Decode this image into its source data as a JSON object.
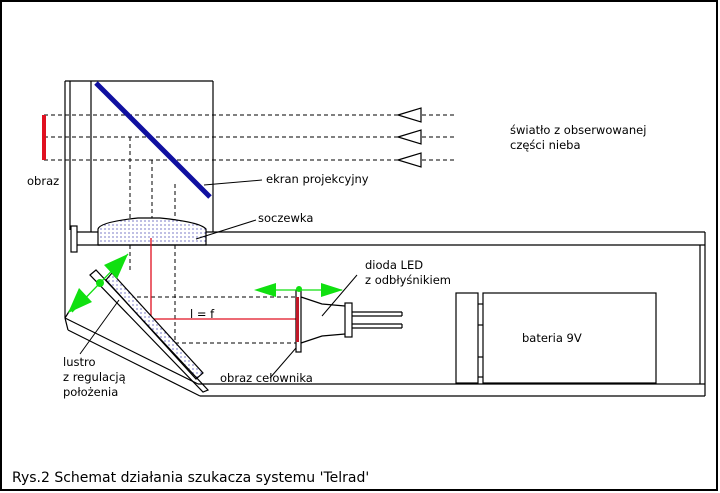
{
  "caption": "Rys.2 Schemat działania szukacza systemu 'Telrad'",
  "labels": {
    "sky_light_line1": "światło z obserwowanej",
    "sky_light_line2": "części nieba",
    "image": "obraz",
    "projection_screen": "ekran projekcyjny",
    "lens": "soczewka",
    "led_line1": "dioda LED",
    "led_line2": "z odbłyśnikiem",
    "focal": "l = f",
    "mirror_line1": "lustro",
    "mirror_line2": "z regulacją",
    "mirror_line3": "położenia",
    "reticle_image": "obraz celownika",
    "battery": "bateria 9V"
  },
  "colors": {
    "screen": "#1010a0",
    "image_bar": "#e01020",
    "light_ray": "#e01020",
    "adjust_arrow": "#10e010",
    "outline": "#000000",
    "dots": "#2020a0"
  }
}
